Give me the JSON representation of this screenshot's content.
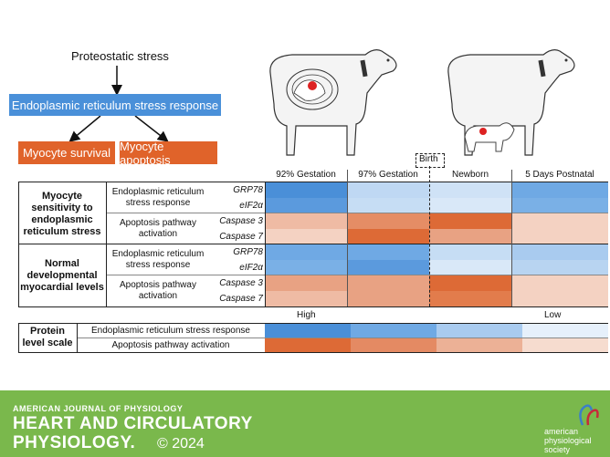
{
  "flow": {
    "stress": "Proteostatic stress",
    "er_response": "Endoplasmic reticulum stress response",
    "survival": "Myocyte survival",
    "apoptosis": "Myocyte apoptosis"
  },
  "birth_label": "Birth",
  "columns": [
    "92% Gestation",
    "97% Gestation",
    "Newborn",
    "5 Days Postnatal"
  ],
  "sections": [
    {
      "title": "Myocyte sensitivity to endoplasmic reticulum stress",
      "groups": [
        {
          "label": "Endoplasmic reticulum stress response",
          "genes": [
            "GRP78",
            "eIF2α"
          ]
        },
        {
          "label": "Apoptosis pathway activation",
          "genes": [
            "Caspase 3",
            "Caspase 7"
          ]
        }
      ]
    },
    {
      "title": "Normal developmental myocardial levels",
      "groups": [
        {
          "label": "Endoplasmic reticulum stress response",
          "genes": [
            "GRP78",
            "eIF2α"
          ]
        },
        {
          "label": "Apoptosis pathway activation",
          "genes": [
            "Caspase 3",
            "Caspase 7"
          ]
        }
      ]
    }
  ],
  "scale": {
    "title": "Protein level scale",
    "high": "High",
    "low": "Low",
    "er_label": "Endoplasmic reticulum stress response",
    "apop_label": "Apoptosis pathway activation",
    "er_colors": [
      "#4a8fd8",
      "#6fa9e4",
      "#a9cbef",
      "#e6f0fb"
    ],
    "apop_colors": [
      "#dd6a36",
      "#e48a63",
      "#ecb196",
      "#f6dccf"
    ]
  },
  "footer": {
    "journal_small": "AMERICAN JOURNAL OF PHYSIOLOGY",
    "journal_line1": "HEART AND CIRCULATORY",
    "journal_line2": "PHYSIOLOGY.",
    "year": "© 2024",
    "society_line1": "american",
    "society_line2": "physiological",
    "society_line3": "society"
  }
}
